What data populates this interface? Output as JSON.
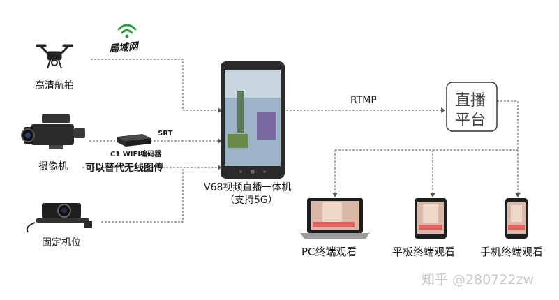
{
  "nodes": {
    "drone_label": "高清航拍",
    "lan_label": "局域网",
    "camcorder_label": "摄像机",
    "encoder_label": "C1 WIFI编码器",
    "srt_label": "SRT",
    "replace_note": "可以替代无线图传",
    "fixed_cam_label": "固定机位",
    "device_label_line1": "V68视频直播一体机",
    "device_label_line2": "（支持5G）",
    "rtmp_label": "RTMP",
    "platform_label_line1": "直播",
    "platform_label_line2": "平台",
    "pc_label": "PC终端观看",
    "tablet_label": "平板终端观看",
    "phone_label": "手机终端观看"
  },
  "watermark": "知乎 @280722zw",
  "colors": {
    "line": "#555555",
    "device_body": "#2b2b2b",
    "platform_border": "#333333",
    "wifi_green": "#2e9e3e",
    "watermark": "#c8c8c8"
  },
  "icons": {
    "drone": "drone-icon",
    "wifi": "wifi-icon",
    "camcorder": "camcorder-icon",
    "encoder": "encoder-box-icon",
    "fixed_cam": "fixed-camera-icon",
    "device": "all-in-one-device",
    "laptop": "laptop-icon",
    "tablet": "tablet-icon",
    "phone": "phone-icon"
  }
}
